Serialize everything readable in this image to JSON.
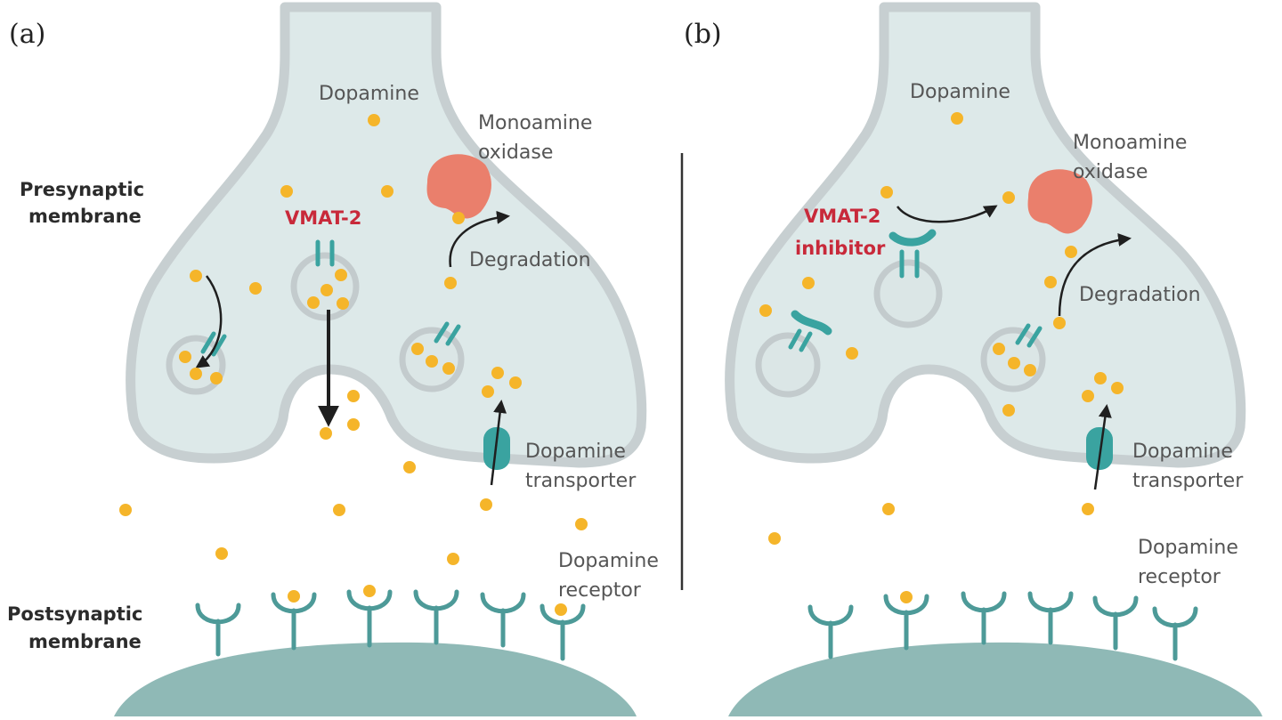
{
  "panels": [
    {
      "tag": "(a)",
      "labels": {
        "dopamine": "Dopamine",
        "mao_line1": "Monoamine",
        "mao_line2": "oxidase",
        "vmat": "VMAT-2",
        "degradation": "Degradation",
        "dat_line1": "Dopamine",
        "dat_line2": "transporter",
        "receptor_line1": "Dopamine",
        "receptor_line2": "receptor"
      }
    },
    {
      "tag": "(b)",
      "labels": {
        "dopamine": "Dopamine",
        "mao_line1": "Monoamine",
        "mao_line2": "oxidase",
        "vmat_inh_line1": "VMAT-2",
        "vmat_inh_line2": "inhibitor",
        "degradation": "Degradation",
        "dat_line1": "Dopamine",
        "dat_line2": "transporter",
        "receptor_line1": "Dopamine",
        "receptor_line2": "receptor"
      }
    }
  ],
  "side_labels": {
    "presynaptic_line1": "Presynaptic",
    "presynaptic_line2": "membrane",
    "postsynaptic_line1": "Postsynaptic",
    "postsynaptic_line2": "membrane"
  },
  "colors": {
    "dopamine": "#f5b52a",
    "monoamine_oxidase": "#ea7f6c",
    "vmat2_label": "#c8293a",
    "transporter": "#3aa3a0",
    "membrane": "#dde9e9",
    "postsynaptic": "#8fb9b6"
  }
}
